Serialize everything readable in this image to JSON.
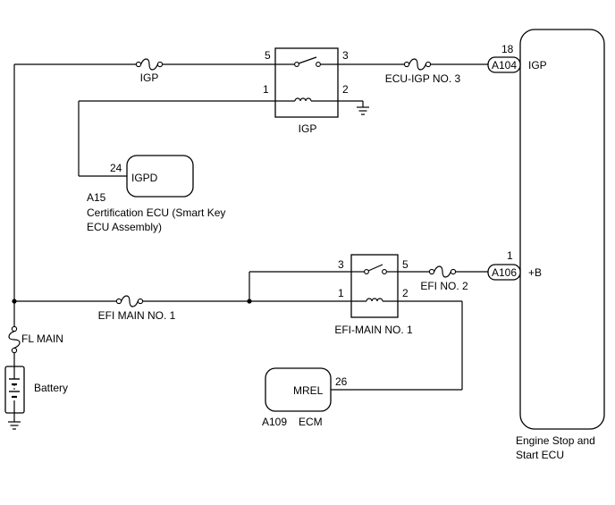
{
  "wiring_diagram": {
    "fuses": {
      "igp": "IGP",
      "ecu_igp_no3": "ECU-IGP NO. 3",
      "efi_main_no1": "EFI MAIN NO. 1",
      "efi_no2": "EFI NO. 2",
      "fl_main": "FL MAIN"
    },
    "relays": {
      "igp": {
        "label": "IGP",
        "pin_switch_in": "5",
        "pin_switch_out": "3",
        "pin_coil_in": "1",
        "pin_coil_out": "2"
      },
      "efi_main_no1": {
        "label": "EFI-MAIN NO. 1",
        "pin_switch_in": "3",
        "pin_switch_out": "5",
        "pin_coil_in": "1",
        "pin_coil_out": "2"
      }
    },
    "certification_ecu": {
      "pin": "24",
      "terminal": "IGPD",
      "connector": "A15",
      "name_line1": "Certification ECU (Smart Key",
      "name_line2": "ECU Assembly)"
    },
    "ecm": {
      "pin": "26",
      "terminal": "MREL",
      "connector": "A109",
      "name": "ECM"
    },
    "engine_stop_start_ecu": {
      "name_line1": "Engine Stop and",
      "name_line2": "Start ECU",
      "connector_1": "A104",
      "connector_1_pin": "18",
      "connector_1_terminal": "IGP",
      "connector_2": "A106",
      "connector_2_pin": "1",
      "connector_2_terminal": "+B"
    },
    "battery": "Battery"
  }
}
